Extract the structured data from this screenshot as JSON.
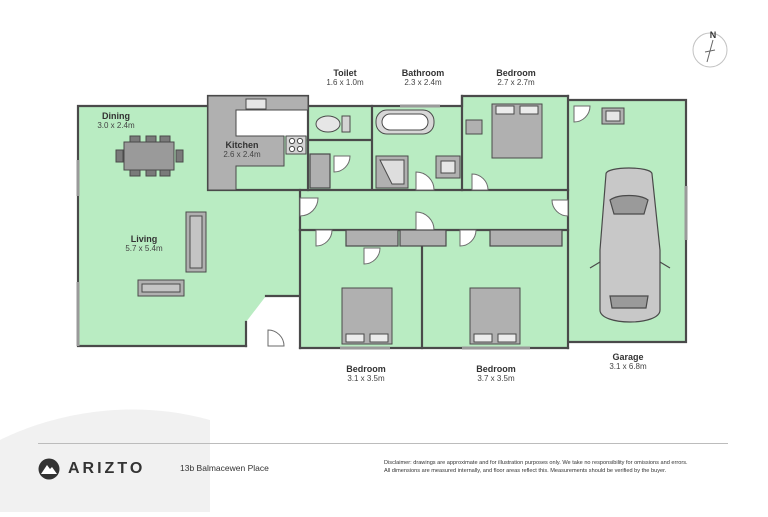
{
  "rooms": {
    "toilet": {
      "name": "Toilet",
      "dims": "1.6 x 1.0m"
    },
    "bathroom": {
      "name": "Bathroom",
      "dims": "2.3 x 2.4m"
    },
    "bedroom_top": {
      "name": "Bedroom",
      "dims": "2.7 x 2.7m"
    },
    "dining": {
      "name": "Dining",
      "dims": "3.0 x 2.4m"
    },
    "kitchen": {
      "name": "Kitchen",
      "dims": "2.6 x 2.4m"
    },
    "living": {
      "name": "Living",
      "dims": "5.7 x 5.4m"
    },
    "bedroom_left": {
      "name": "Bedroom",
      "dims": "3.1 x 3.5m"
    },
    "bedroom_right": {
      "name": "Bedroom",
      "dims": "3.7 x 3.5m"
    },
    "garage": {
      "name": "Garage",
      "dims": "3.1 x 6.8m"
    }
  },
  "compass": {
    "label": "N"
  },
  "footer": {
    "brand": "ARIZTO",
    "address": "13b Balmacewen Place",
    "disclaimer_1": "Disclaimer: drawings are approximate and for illustration purposes only. We take no responsibility for omissions and errors.",
    "disclaimer_2": "All dimensions are measured internally, and floor areas reflect this. Measurements should be verified by the buyer."
  },
  "colors": {
    "floor": "#b9ecc2",
    "wall": "#4a4a4a",
    "fixture": "#b0b0b0",
    "fixture_dark": "#7a7a7a"
  }
}
